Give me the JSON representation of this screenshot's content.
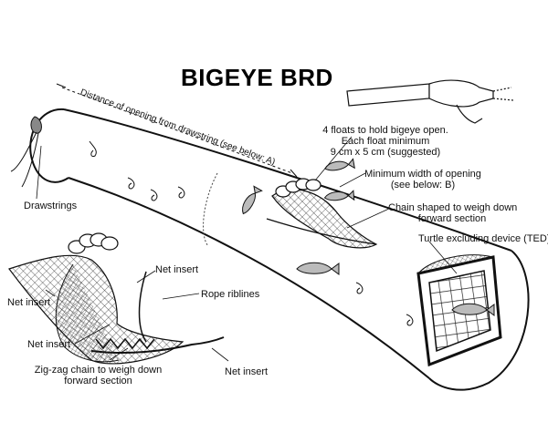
{
  "title": "BIGEYE BRD",
  "labels": {
    "distance": "Distance of opening from drawstring (see below: A)",
    "floats_line1": "4 floats to hold bigeye open.",
    "floats_line2": "Each float minimum",
    "floats_line3": "9 cm x 5 cm (suggested)",
    "min_width_line1": "Minimum width of opening",
    "min_width_line2": "(see below: B)",
    "drawstrings": "Drawstrings",
    "chain_line1": "Chain shaped to weigh down",
    "chain_line2": "forward section",
    "ted": "Turtle excluding device (TED)",
    "net_insert_top": "Net insert",
    "net_insert_left": "Net insert",
    "rope_riblines": "Rope riblines",
    "net_insert_mid": "Net insert",
    "zigzag_line1": "Zig-zag chain to weigh down",
    "zigzag_line2": "forward section",
    "net_insert_bottom": "Net insert"
  },
  "icons": {
    "fish": "fish-icon",
    "shrimp": "shrimp-icon",
    "float": "float-icon",
    "ted": "ted-grid-icon",
    "inset_net": "inset-trawl-icon"
  }
}
